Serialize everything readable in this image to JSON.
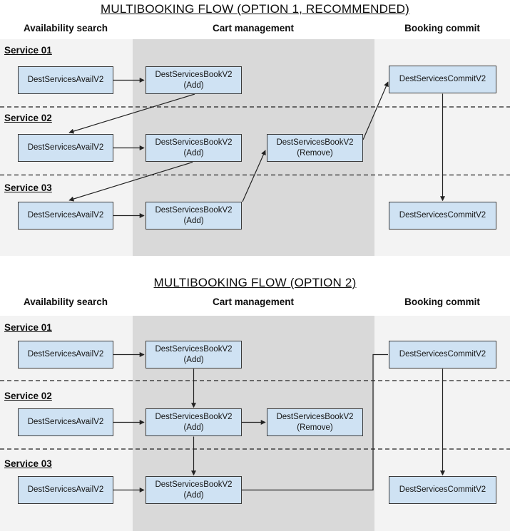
{
  "sections": {
    "option1": {
      "title": "MULTIBOOKING FLOW (OPTION 1, RECOMMENDED)"
    },
    "option2": {
      "title": "MULTIBOOKING FLOW (OPTION 2)"
    }
  },
  "columns": {
    "availability": "Availability search",
    "cart": "Cart management",
    "booking": "Booking commit"
  },
  "services": {
    "s1": "Service 01",
    "s2": "Service 02",
    "s3": "Service 03"
  },
  "labels": {
    "avail": "DestServicesAvailV2",
    "book": "DestServicesBookV2",
    "add": "(Add)",
    "remove": "(Remove)",
    "commit": "DestServicesCommitV2"
  },
  "colors": {
    "box_fill": "#cfe2f3",
    "box_border": "#3b3b3b",
    "panel_bg": "#f3f3f3",
    "cart_band_bg": "#d9d9d9",
    "line": "#222222"
  }
}
